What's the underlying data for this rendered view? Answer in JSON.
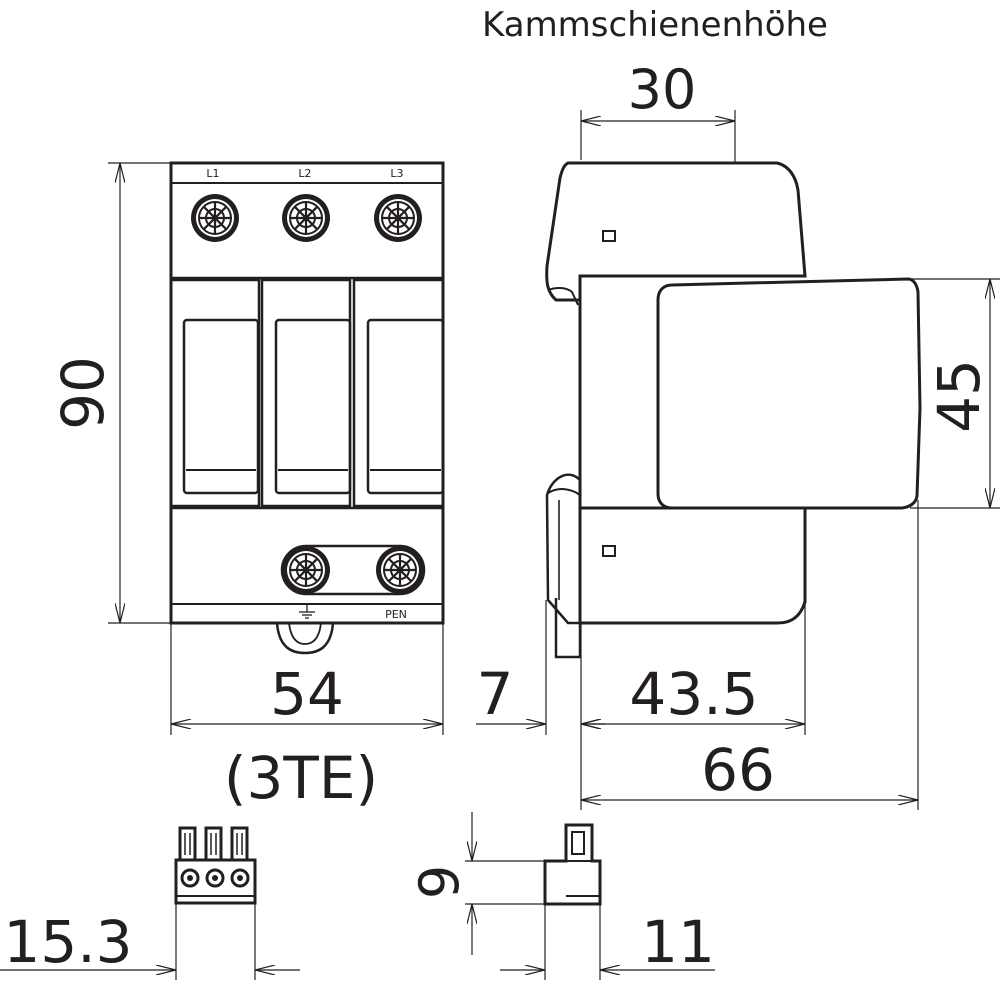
{
  "labels": {
    "top_caption": "Kammschienenhöhe",
    "dim_30": "30",
    "dim_90": "90",
    "dim_45": "45",
    "dim_54": "54",
    "dim_3te": "(3TE)",
    "dim_7": "7",
    "dim_43_5": "43.5",
    "dim_66": "66",
    "dim_9": "9",
    "dim_15_3": "15.3",
    "dim_11": "11",
    "terminal_l1": "L1",
    "terminal_l2": "L2",
    "terminal_l3": "L3",
    "terminal_pen": "PEN"
  },
  "colors": {
    "stroke": "#231f20",
    "background": "#ffffff"
  }
}
